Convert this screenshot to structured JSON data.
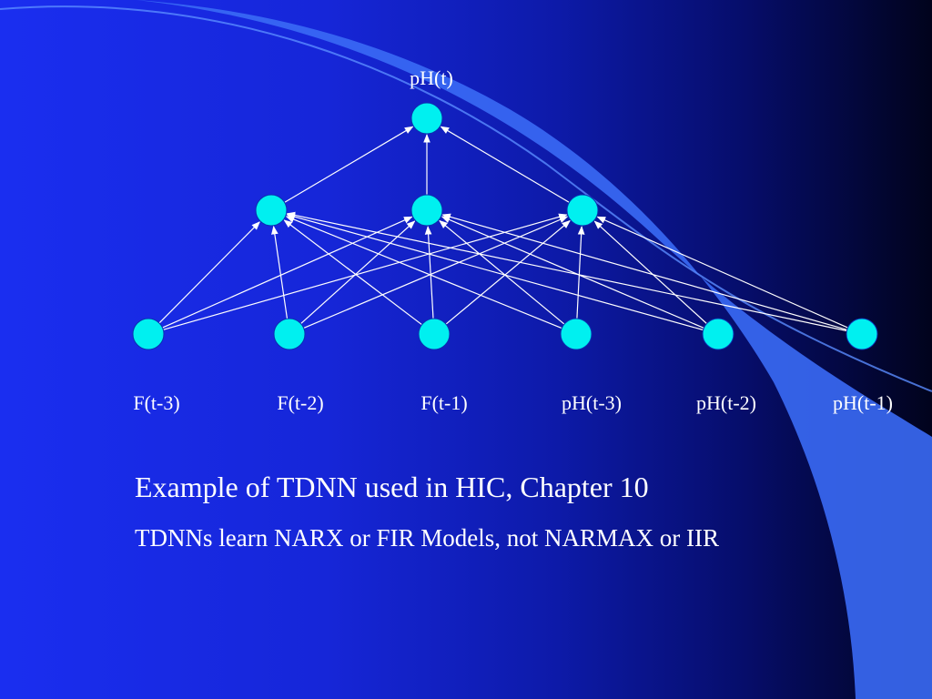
{
  "colors": {
    "node_fill": "#00f0f0",
    "edge": "#ffffff",
    "swoosh_light": "#3a6af5",
    "swoosh_line": "#5a8cff",
    "text": "#ffffff"
  },
  "diagram": {
    "output_node": {
      "id": "out",
      "label": "pH(t)"
    },
    "hidden_nodes": [
      {
        "id": "h1"
      },
      {
        "id": "h2"
      },
      {
        "id": "h3"
      }
    ],
    "input_nodes": [
      {
        "id": "i1",
        "label": "F(t-3)"
      },
      {
        "id": "i2",
        "label": "F(t-2)"
      },
      {
        "id": "i3",
        "label": "F(t-1)"
      },
      {
        "id": "i4",
        "label": "pH(t-3)"
      },
      {
        "id": "i5",
        "label": "pH(t-2)"
      },
      {
        "id": "i6",
        "label": "pH(t-1)"
      }
    ],
    "edges": [
      [
        "h1",
        "out"
      ],
      [
        "h2",
        "out"
      ],
      [
        "h3",
        "out"
      ],
      [
        "i1",
        "h1"
      ],
      [
        "i1",
        "h2"
      ],
      [
        "i1",
        "h3"
      ],
      [
        "i2",
        "h1"
      ],
      [
        "i2",
        "h2"
      ],
      [
        "i2",
        "h3"
      ],
      [
        "i3",
        "h1"
      ],
      [
        "i3",
        "h2"
      ],
      [
        "i3",
        "h3"
      ],
      [
        "i4",
        "h1"
      ],
      [
        "i4",
        "h2"
      ],
      [
        "i4",
        "h3"
      ],
      [
        "i5",
        "h1"
      ],
      [
        "i5",
        "h2"
      ],
      [
        "i5",
        "h3"
      ],
      [
        "i6",
        "h1"
      ],
      [
        "i6",
        "h2"
      ],
      [
        "i6",
        "h3"
      ]
    ]
  },
  "caption": {
    "title": "Example of TDNN used in HIC, Chapter 10",
    "subtitle": "TDNNs learn NARX or FIR Models, not NARMAX or IIR"
  }
}
